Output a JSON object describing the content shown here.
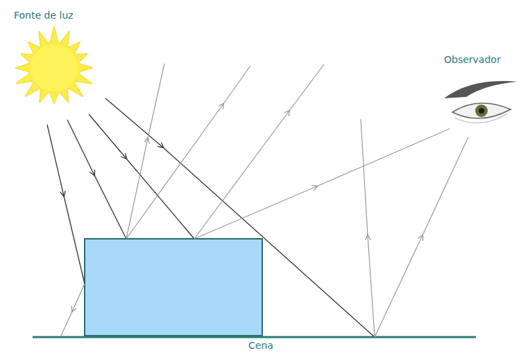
{
  "diagram": {
    "labels": [
      "Fonte de luz",
      "Observador",
      "Cena"
    ]
  }
}
